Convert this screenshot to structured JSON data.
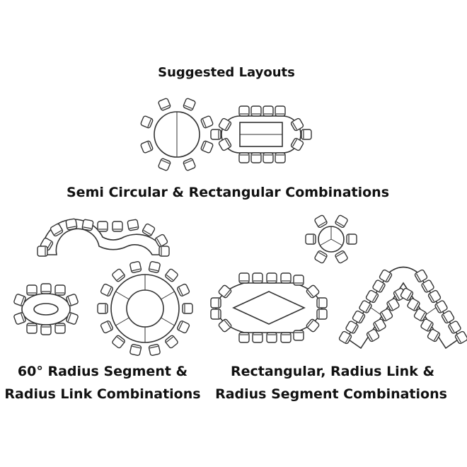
{
  "title": "Suggested Layouts",
  "section_semi": "Semi Circular & Rectangular Combinations",
  "caption_left": [
    "60° Radius Segment &",
    "Radius Link Combinations"
  ],
  "caption_right": [
    "Rectangular, Radius Link &",
    "Radius Segment Combinations"
  ],
  "colors": {
    "line": "#333333",
    "text": "#111111",
    "background": "#ffffff"
  }
}
